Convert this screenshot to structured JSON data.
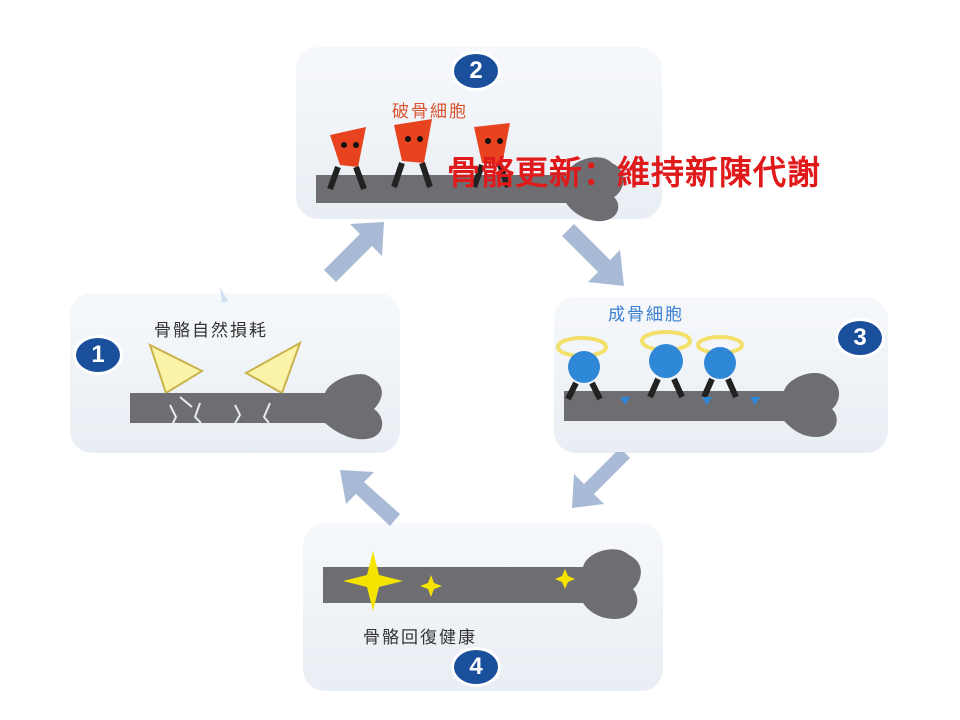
{
  "title": "骨骼更新：維持新陳代謝",
  "colors": {
    "title": "#e01a1a",
    "badge": "#1a4f9c",
    "arrow": "#a9bad6",
    "bone": "#6e6e72",
    "osteoclast": "#e8431f",
    "osteoblast": "#2f87d8",
    "halo": "#f3e06a",
    "sparkle": "#f6e400"
  },
  "steps": [
    {
      "number": "1",
      "label": "骨骼自然損耗"
    },
    {
      "number": "2",
      "label": "破骨細胞"
    },
    {
      "number": "3",
      "label": "成骨細胞"
    },
    {
      "number": "4",
      "label": "骨骼回復健康"
    }
  ],
  "arrow_icon": "cycle-arrow-icon"
}
